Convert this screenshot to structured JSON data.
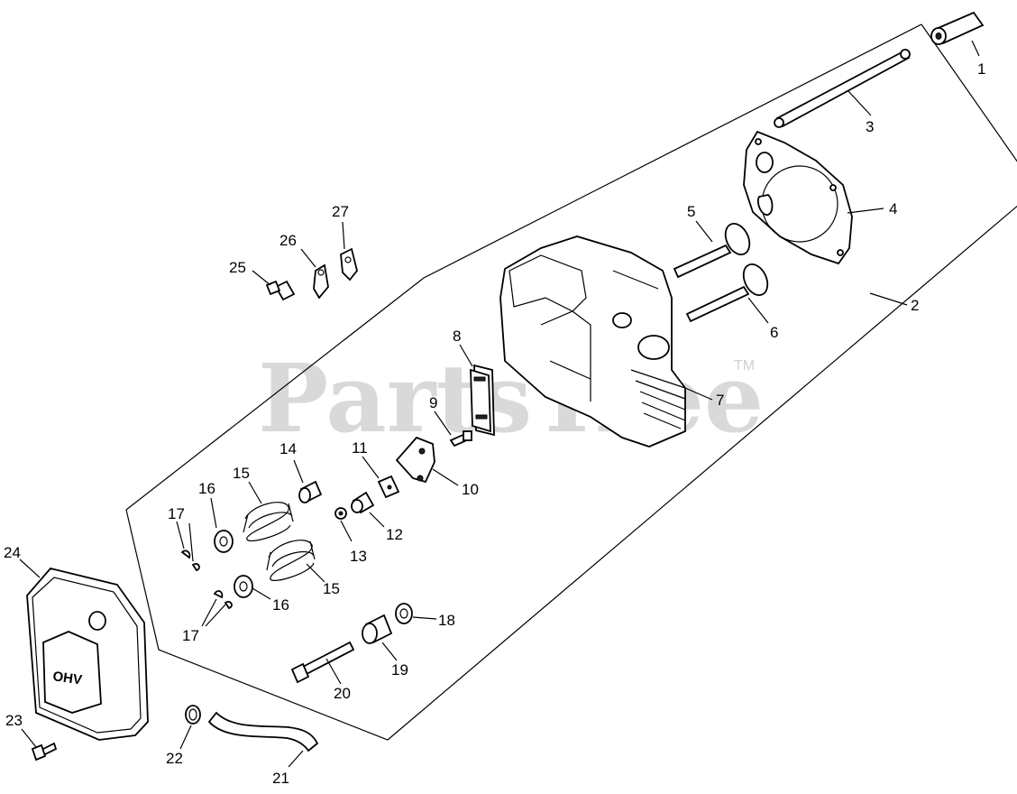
{
  "watermark": {
    "brand": "PartsTree",
    "trademark": "TM"
  },
  "callouts": [
    {
      "id": "callout-1",
      "text": "1"
    },
    {
      "id": "callout-2",
      "text": "2"
    },
    {
      "id": "callout-3",
      "text": "3"
    },
    {
      "id": "callout-4",
      "text": "4"
    },
    {
      "id": "callout-5",
      "text": "5"
    },
    {
      "id": "callout-6",
      "text": "6"
    },
    {
      "id": "callout-7",
      "text": "7"
    },
    {
      "id": "callout-8",
      "text": "8"
    },
    {
      "id": "callout-9",
      "text": "9"
    },
    {
      "id": "callout-10",
      "text": "10"
    },
    {
      "id": "callout-11",
      "text": "11"
    },
    {
      "id": "callout-12",
      "text": "12"
    },
    {
      "id": "callout-13",
      "text": "13"
    },
    {
      "id": "callout-14",
      "text": "14"
    },
    {
      "id": "callout-15a",
      "text": "15"
    },
    {
      "id": "callout-15b",
      "text": "15"
    },
    {
      "id": "callout-16a",
      "text": "16"
    },
    {
      "id": "callout-16b",
      "text": "16"
    },
    {
      "id": "callout-17a",
      "text": "17"
    },
    {
      "id": "callout-17b",
      "text": "17"
    },
    {
      "id": "callout-18",
      "text": "18"
    },
    {
      "id": "callout-19",
      "text": "19"
    },
    {
      "id": "callout-20",
      "text": "20"
    },
    {
      "id": "callout-21",
      "text": "21"
    },
    {
      "id": "callout-22",
      "text": "22"
    },
    {
      "id": "callout-23",
      "text": "23"
    },
    {
      "id": "callout-24",
      "text": "24"
    },
    {
      "id": "callout-25",
      "text": "25"
    },
    {
      "id": "callout-26",
      "text": "26"
    },
    {
      "id": "callout-27",
      "text": "27"
    }
  ],
  "cover_label": "OHV"
}
